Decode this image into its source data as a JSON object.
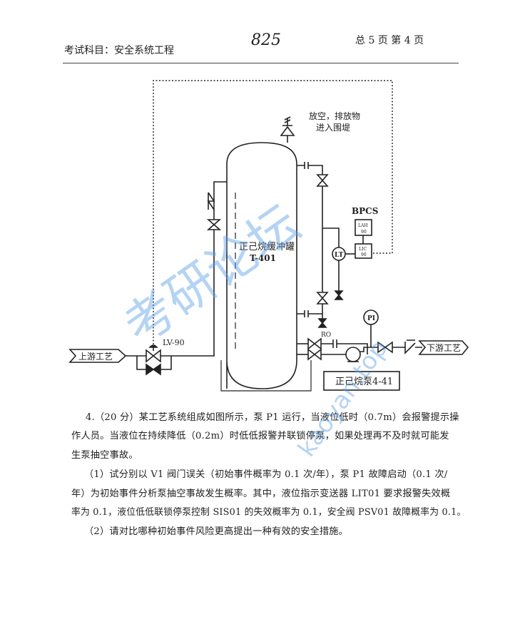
{
  "header": {
    "subject": "考试科目：安全系统工程",
    "handwritten_code": "825",
    "page_info": "总 5  页  第 4  页"
  },
  "diagram": {
    "vent_label_line1": "放空，排放物",
    "vent_label_line2": "进入围堤",
    "tank_name": "正己烷缓冲罐",
    "tank_tag": "T-401",
    "bpcs": "BPCS",
    "lah": "LAH",
    "lah_num": "90",
    "lic": "LIC",
    "lic_num": "90",
    "lt": "LT",
    "pi": "PI",
    "ro": "RO",
    "lv": "LV-90",
    "upstream": "上游工艺",
    "downstream": "下游工艺",
    "pump_label": "正己烷泵4-41"
  },
  "question": {
    "lines": [
      "4.（20 分）某工艺系统组成如图所示，泵 P1 运行，当液位低时（0.7m）会报警提示操",
      "作人员。当液位在持续降低（0.2m）时低低报警并联锁停泵，如果处理再不及时就可能发",
      "生泵抽空事故。",
      "（1）试分别以 V1 阀门误关（初始事件概率为 0.1 次/年），泵 P1 故障启动（0.1 次/",
      "年）为初始事件分析泵抽空事故发生概率。其中，液位指示变送器 LIT01 要求报警失效概",
      "率为 0.1，液位低低联锁停泵控制 SIS01 的失效概率为 0.1，安全阀 PSV01 故障概率为 0.1。",
      "（2）请对比哪种初始事件风险更高提出一种有效的安全措施。"
    ]
  },
  "watermark": {
    "text": "kaoyan.top",
    "handwritten": "考研论坛",
    "color": "#5aa0e6"
  }
}
